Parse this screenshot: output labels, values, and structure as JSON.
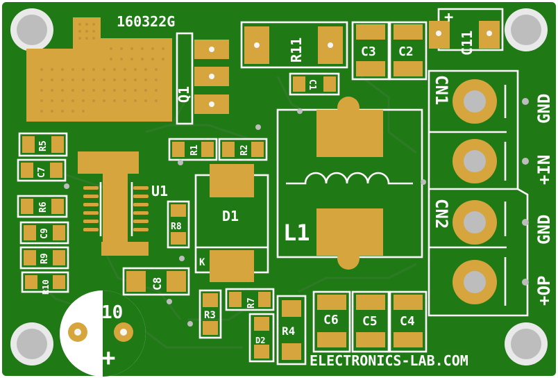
{
  "board": {
    "code": "160322G",
    "footer": "ELECTRONICS-LAB.COM",
    "colors": {
      "substrate": "#1f7a16",
      "pad": "#d7a53d",
      "silk": "#ffffff",
      "hole": "#bdbdbd"
    }
  },
  "labels": {
    "q1": "Q1",
    "r11": "R11",
    "c3": "C3",
    "c2": "C2",
    "c11": "C11",
    "c1": "C1",
    "r5": "R5",
    "c7": "C7",
    "r6": "R6",
    "c9": "C9",
    "r9": "R9",
    "r10": "R10",
    "r1": "R1",
    "r2": "R2",
    "u1": "U1",
    "r8": "R8",
    "d1": "D1",
    "k": "K",
    "l1": "L1",
    "c8": "C8",
    "r3": "R3",
    "r7": "R7",
    "r4": "R4",
    "d2": "D2",
    "c6": "C6",
    "c5": "C5",
    "c4": "C4",
    "c10": "10",
    "plus": "+"
  },
  "connectors": {
    "cn1": "CN1",
    "cn2": "CN2",
    "gnd1": "GND",
    "in": "+IN",
    "gnd2": "GND",
    "op": "+OP"
  }
}
